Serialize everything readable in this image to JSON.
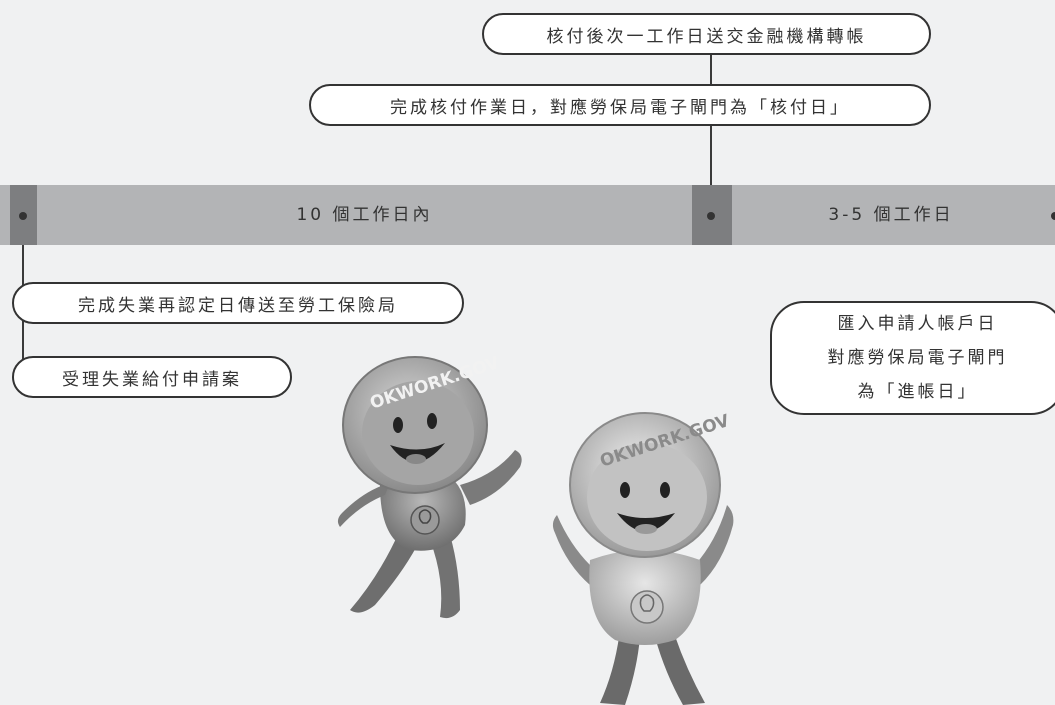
{
  "timeline": {
    "segment_1_label": "10 個工作日內",
    "segment_2_label": "3-5 個工作日"
  },
  "callouts": {
    "top_1": "核付後次一工作日送交金融機構轉帳",
    "top_2": "完成核付作業日，對應勞保局電子閘門為「核付日」",
    "left_1": "完成失業再認定日傳送至勞工保險局",
    "left_2": "受理失業給付申請案",
    "right_lines": [
      "匯入申請人帳戶日",
      "對應勞保局電子閘門",
      "為「進帳日」"
    ]
  },
  "mascots": {
    "helmet_text": "OKWORK.GOV",
    "icon": "lightbulb-icon"
  },
  "colors": {
    "background": "#f0f1f2",
    "bar": "#b3b4b6",
    "marker": "#7d7e80",
    "line": "#333333"
  }
}
